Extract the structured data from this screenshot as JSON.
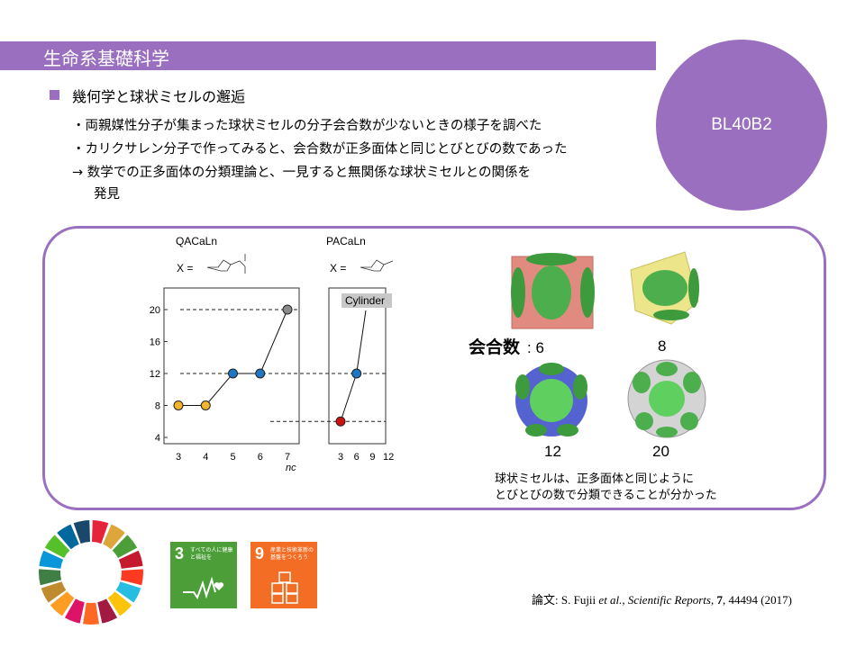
{
  "header": {
    "title": "生命系基礎科学",
    "badge": "BL40B2"
  },
  "section": {
    "heading": "幾何学と球状ミセルの邂逅",
    "lines": [
      "・両親媒性分子が集まった球状ミセルの分子会合数が少ないときの様子を調べた",
      "・カリクサレン分子で作ってみると、会合数が正多面体と同じとびとびの数であった",
      "→ 数学での正多面体の分類理論と、一見すると無関係な球状ミセルとの関係を",
      "発見"
    ]
  },
  "chart_data": {
    "type": "scatter",
    "panels": [
      {
        "title": "QACaLn",
        "formula": "X =",
        "xticks": [
          3,
          4,
          5,
          6,
          7
        ],
        "yticks": [
          4,
          8,
          12,
          16,
          20
        ],
        "ylim": [
          3,
          23
        ],
        "points": [
          {
            "x": 3,
            "y": 8,
            "color": "#f2b52a"
          },
          {
            "x": 4,
            "y": 8,
            "color": "#f2b52a"
          },
          {
            "x": 5,
            "y": 12,
            "color": "#1f77c4"
          },
          {
            "x": 6,
            "y": 12,
            "color": "#1f77c4"
          },
          {
            "x": 7,
            "y": 20,
            "color": "#8a8a8a"
          }
        ]
      },
      {
        "title": "PACaLn",
        "formula": "X =",
        "xticks": [
          3,
          6,
          9,
          12
        ],
        "annotation": "Cylinder",
        "points": [
          {
            "x": 3,
            "y": 6,
            "color": "#cc1111"
          },
          {
            "x": 6,
            "y": 12,
            "color": "#1f77c4"
          }
        ]
      }
    ],
    "xlabel": "nc",
    "reference_lines": [
      20,
      12,
      6
    ]
  },
  "polyhedra": {
    "label": "会合数",
    "values": [
      "6",
      "8",
      "12",
      "20"
    ]
  },
  "caption": [
    "球状ミセルは、正多面体と同じように",
    "とびとびの数で分類できることが分かった"
  ],
  "sdgs": [
    {
      "num": "3",
      "text": "すべての人に健康と福祉を",
      "color": "#4c9f38"
    },
    {
      "num": "9",
      "text": "産業と技術革新の基盤をつくろう",
      "color": "#f36d25"
    }
  ],
  "reference": {
    "prefix": "論文: S. Fujii ",
    "etal": "et al., Scientific Reports, ",
    "vol": "7",
    "rest": ", 44494 (2017)"
  }
}
